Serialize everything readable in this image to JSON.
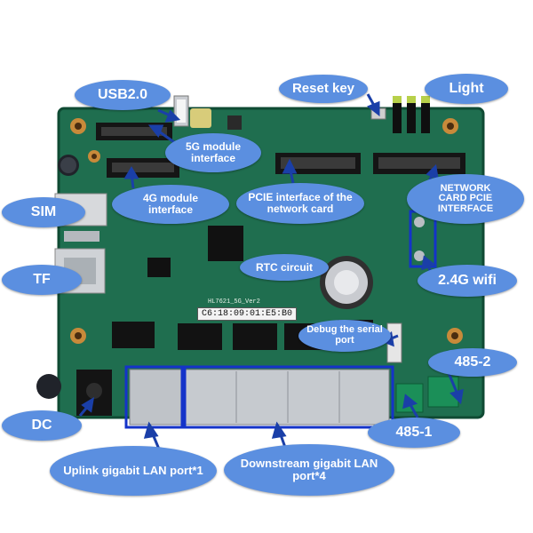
{
  "labels": {
    "usb": "USB2.0",
    "reset": "Reset key",
    "light": "Light",
    "module5g": "5G module interface",
    "module4g": "4G module interface",
    "pcie_card": "PCIE interface of the network card",
    "network_pcie": "NETWORK CARD PCIE INTERFACE",
    "sim": "SIM",
    "tf": "TF",
    "rtc": "RTC circuit",
    "wifi": "2.4G wifi",
    "debug": "Debug the serial port",
    "rs485_2": "485-2",
    "rs485_1": "485-1",
    "dc": "DC",
    "uplink": "Uplink gigabit LAN port*1",
    "downstream": "Downstream gigabit LAN port*4"
  },
  "board": {
    "model": "HL7621_5G_Ver2",
    "mac": "C6:18:09:01:E5:B0"
  },
  "colors": {
    "bubble": "#5b8fe0",
    "pcb": "#1f6e4f",
    "arrow": "#1a3fa8",
    "outline": "#1433c9"
  }
}
